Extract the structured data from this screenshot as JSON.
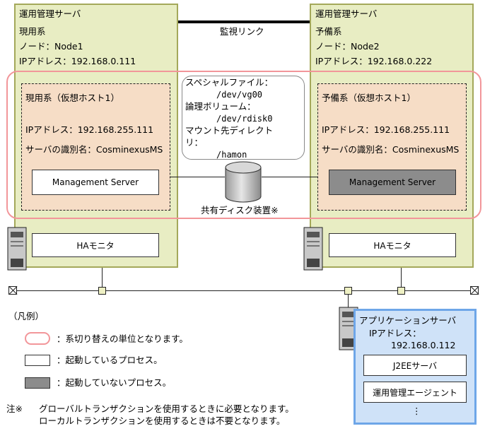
{
  "primary_server": {
    "title": "運用管理サーバ",
    "role": "現用系",
    "node": "ノード：Node1",
    "ip": "IPアドレス：192.168.0.111",
    "virtual_host": {
      "title": "現用系（仮想ホスト1）",
      "ip": "IPアドレス：192.168.255.111",
      "server_name": "サーバの識別名：CosminexusMS",
      "process": "Management Server"
    },
    "ha_monitor": "HAモニタ"
  },
  "standby_server": {
    "title": "運用管理サーバ",
    "role": "予備系",
    "node": "ノード：Node2",
    "ip": "IPアドレス：192.168.0.222",
    "virtual_host": {
      "title": "予備系（仮想ホスト1）",
      "ip": "IPアドレス：192.168.255.111",
      "server_name": "サーバの識別名：CosminexusMS",
      "process": "Management Server"
    },
    "ha_monitor": "HAモニタ"
  },
  "monitor_link": "監視リンク",
  "special_file": {
    "lines": [
      "スペシャルファイル：",
      "/dev/vg00",
      "論理ボリューム：",
      "/dev/rdisk0",
      "マウント先ディレクト",
      "リ：",
      "/hamon"
    ]
  },
  "shared_disk": "共有ディスク装置※",
  "app_server": {
    "title": "アプリケーションサーバ",
    "ip_label": "IPアドレス：",
    "ip": "192.168.0.112",
    "j2ee": "J2EEサーバ",
    "agent": "運用管理エージェント",
    "more": "⋮"
  },
  "legend": {
    "title": "（凡例）",
    "unit": "：系切り替えの単位となります。",
    "running": "：起動しているプロセス。",
    "stopped": "：起動していないプロセス。"
  },
  "note": {
    "mark": "注※",
    "line1": "グローバルトランザクションを使用するときに必要となります。",
    "line2": "ローカルトランザクションを使用するときは不要となります。"
  },
  "colors": {
    "server_bg": "#e8edc3",
    "virtual_host_bg": "#f6ddc6",
    "unit_border": "#f2969a",
    "app_server_bg": "#cfe2f8",
    "app_server_border": "#6ea6e8",
    "stopped_process": "#8c8c8c"
  }
}
